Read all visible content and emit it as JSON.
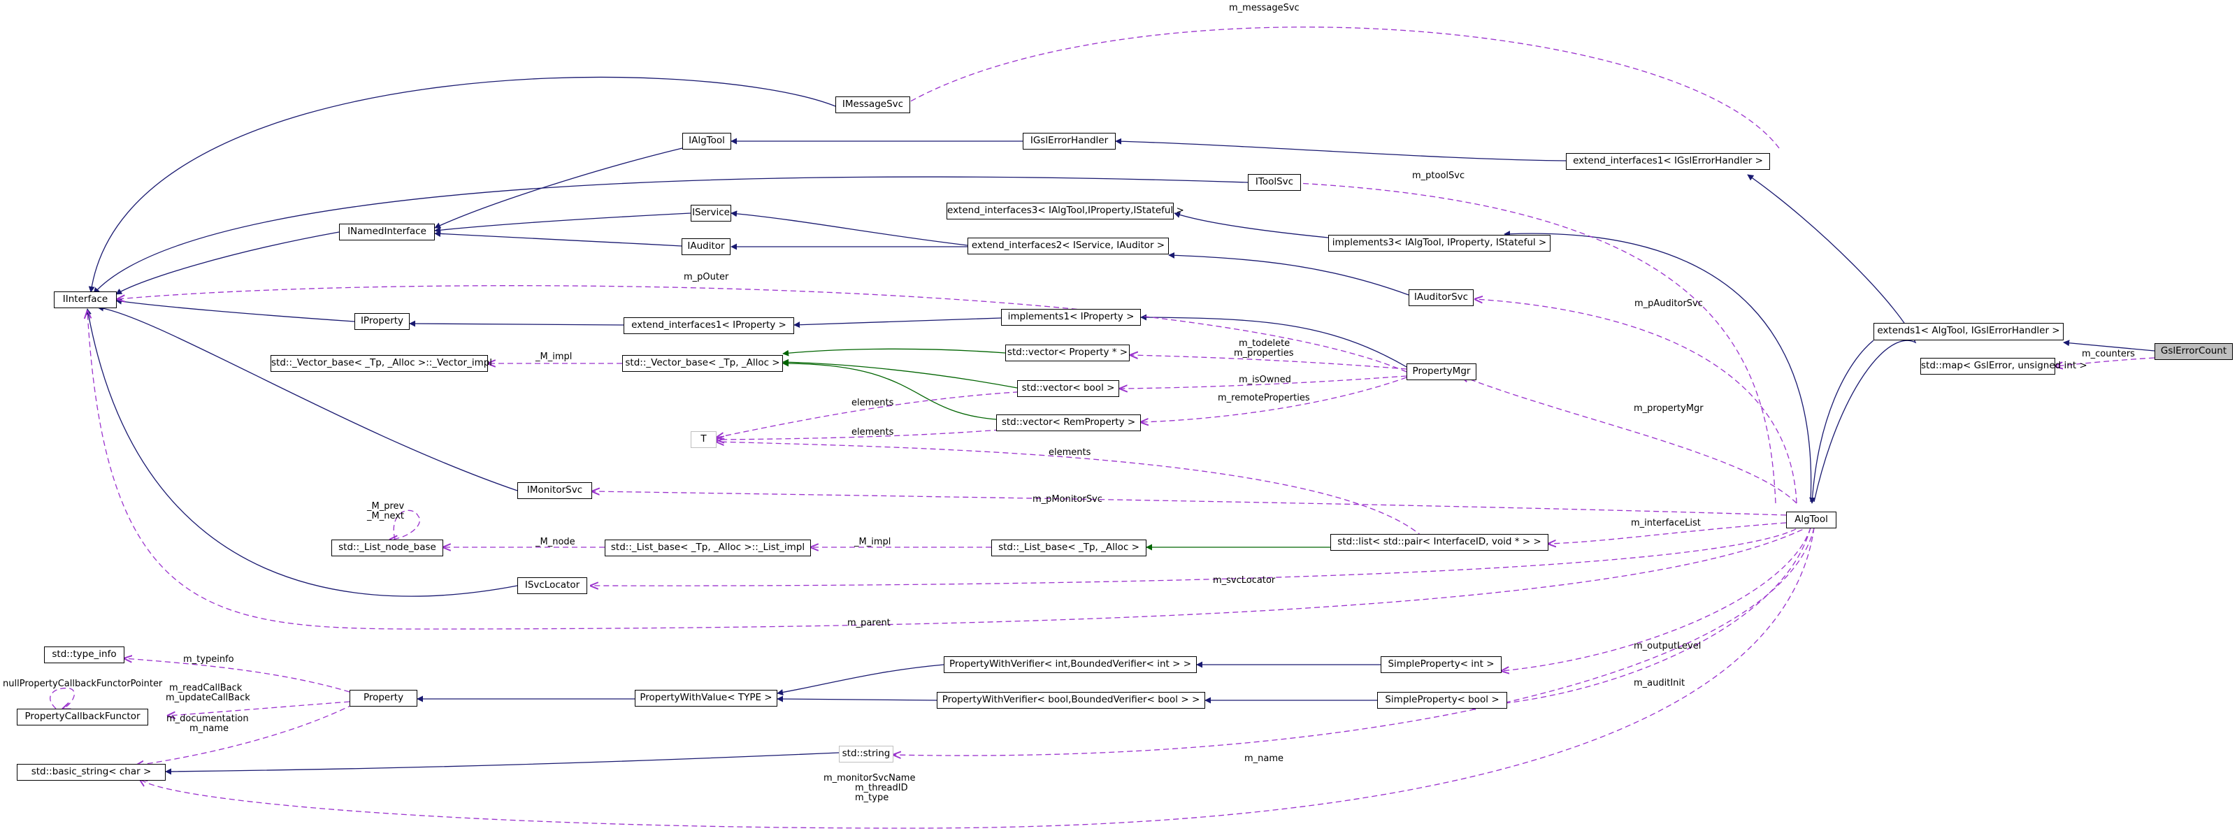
{
  "colors": {
    "inherit": "#191970",
    "inherit_private": "#006400",
    "usage": "#9a32cd",
    "highlight_fill": "#bfbfbf"
  },
  "nodes": {
    "iinterface": "IInterface",
    "inamedinterface": "INamedInterface",
    "imessagesvc": "IMessageSvc",
    "ialgtool": "IAlgTool",
    "igslerrorhandler": "IGslErrorHandler",
    "extend_interfaces1_igsl": "extend_interfaces1< IGslErrorHandler >",
    "itoolsvc": "IToolSvc",
    "iservice": "IService",
    "iauditor": "IAuditor",
    "extend_interfaces3": "extend_interfaces3< IAlgTool,IProperty,IStateful >",
    "extend_interfaces2": "extend_interfaces2< IService, IAuditor >",
    "implements3": "implements3< IAlgTool, IProperty, IStateful >",
    "iauditorsvc": "IAuditorSvc",
    "iproperty": "IProperty",
    "extend_interfaces1_iprop": "extend_interfaces1< IProperty >",
    "implements1": "implements1< IProperty >",
    "extends1": "extends1< AlgTool, IGslErrorHandler >",
    "gslerrorcount": "GslErrorCount",
    "vector_impl": "std::_Vector_base< _Tp, _Alloc >::_Vector_impl",
    "vector_base": "std::_Vector_base< _Tp, _Alloc >",
    "vector_property": "std::vector< Property * >",
    "vector_bool": "std::vector< bool >",
    "vector_remproperty": "std::vector< RemProperty >",
    "propertymgr": "PropertyMgr",
    "map_gslerror": "std::map< GslError, unsigned int >",
    "t": "T",
    "imonitorsvc": "IMonitorSvc",
    "algtool": "AlgTool",
    "list_node_base": "std::_List_node_base",
    "list_impl": "std::_List_base< _Tp, _Alloc >::_List_impl",
    "list_base": "std::_List_base< _Tp, _Alloc >",
    "list_pair": "std::list< std::pair< InterfaceID, void * > >",
    "isvclocator": "ISvcLocator",
    "type_info": "std::type_info",
    "propertywithverifier_int": "PropertyWithVerifier< int,BoundedVerifier< int > >",
    "simpleproperty_int": "SimpleProperty< int >",
    "nullpropertycallbackfunctorpointer": "nullPropertyCallbackFunctorPointer",
    "property": "Property",
    "propertywithvalue": "PropertyWithValue< TYPE >",
    "propertywithverifier_bool": "PropertyWithVerifier< bool,BoundedVerifier< bool > >",
    "simpleproperty_bool": "SimpleProperty< bool >",
    "propertycallbackfunctor": "PropertyCallbackFunctor",
    "std_string": "std::string",
    "basic_string": "std::basic_string< char >"
  },
  "edge_labels": {
    "m_messagesvc": "m_messageSvc",
    "m_ptoolsvc": "m_ptoolSvc",
    "m_pouter": "m_pOuter",
    "m_pauditorsvc": "m_pAuditorSvc",
    "m_counters": "m_counters",
    "m_impl_vector": "_M_impl",
    "m_todelete": "m_todelete",
    "m_properties": "m_properties",
    "m_isowned": "m_isOwned",
    "m_remoteproperties": "m_remoteProperties",
    "elements_1": "elements",
    "elements_2": "elements",
    "m_propertymgr": "m_propertyMgr",
    "elements_3": "elements",
    "m_prev": "_M_prev",
    "m_next": "_M_next",
    "m_pmonitorsvc": "m_pMonitorSvc",
    "m_node": "_M_node",
    "m_impl_list": "_M_impl",
    "m_interfacelist": "m_interfaceList",
    "m_svclocator": "m_svcLocator",
    "m_parent": "m_parent",
    "m_outputlevel": "m_outputLevel",
    "m_typeinfo": "m_typeinfo",
    "m_readcallback": "m_readCallBack",
    "m_updatecallback": "m_updateCallBack",
    "m_auditinit": "m_auditInit",
    "m_documentation": "m_documentation",
    "m_name_property": "m_name",
    "m_name_algtool": "m_name",
    "m_monitorsvcname": "m_monitorSvcName",
    "m_threadid": "m_threadID",
    "m_type": "m_type"
  }
}
